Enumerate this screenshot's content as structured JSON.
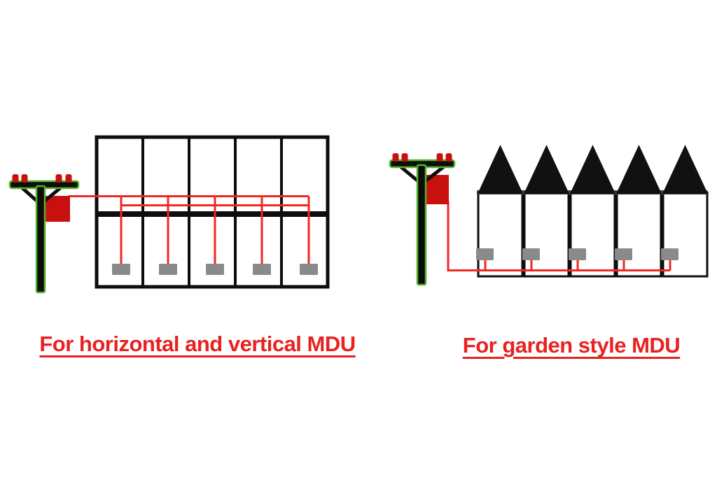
{
  "background": "#FFFFFF",
  "captions": {
    "left": "For horizontal and vertical MDU",
    "right": "For garden style MDU"
  },
  "colors": {
    "caption_red": "#E82121",
    "cable_red": "#F02823",
    "equipment_red": "#C8100E",
    "pole_green": "#53B629",
    "structure_black": "#0D0D0D",
    "roof_black": "#111111",
    "roof_base_gray": "#3F3F3F",
    "ont_gray": "#8A8A8A",
    "wall_white": "#FFFFFF"
  },
  "left_diagram": {
    "name": "horizontal-vertical-mdu",
    "building_floors": 2,
    "units_per_floor": 5,
    "ont_count": 5,
    "pole": {
      "insulator_count": 4,
      "has_splitter_box": true
    }
  },
  "right_diagram": {
    "name": "garden-style-mdu",
    "house_count": 5,
    "ont_count": 5,
    "pole": {
      "insulator_count": 4,
      "has_splitter_box": true
    }
  }
}
